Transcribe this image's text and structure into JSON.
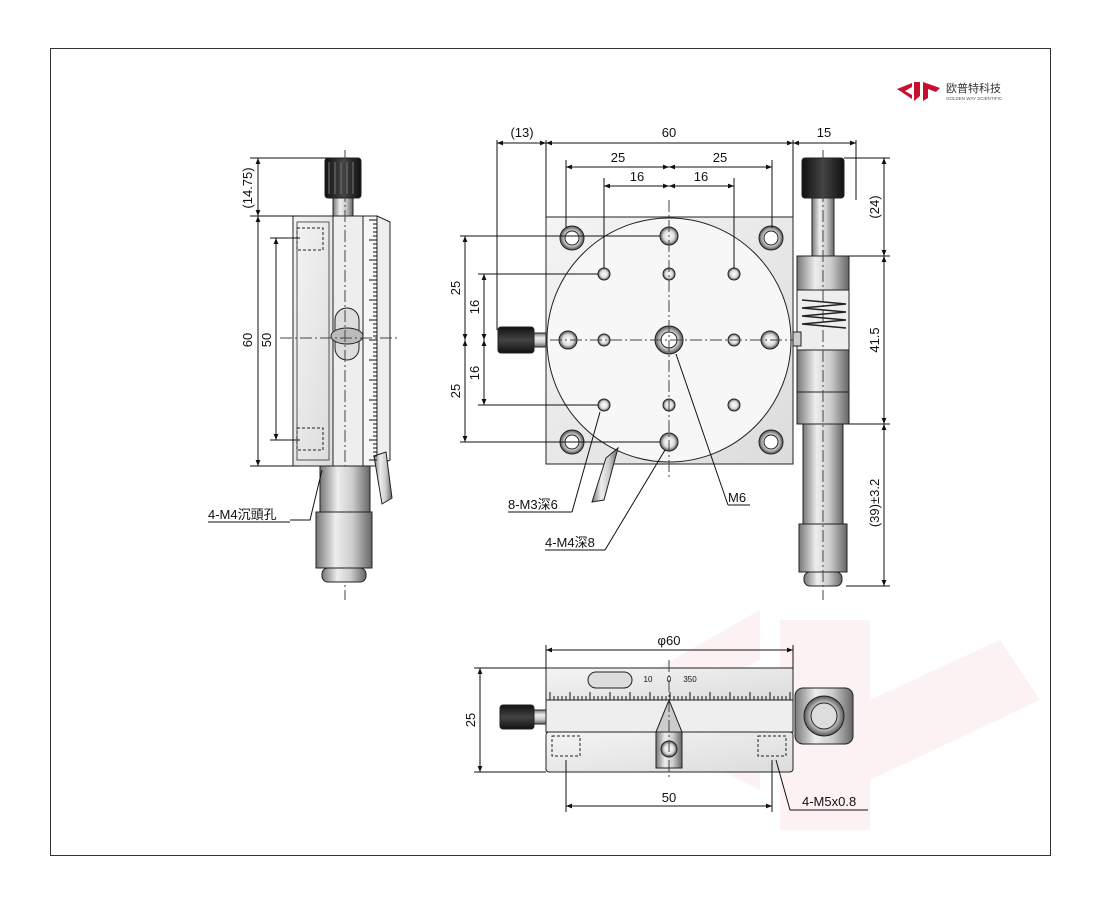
{
  "brand": {
    "name_cn": "欧普特科技",
    "name_en": "GOLDEN WAY SCIENTIFIC",
    "accent": "#c8102e"
  },
  "side_view": {
    "dim_top": "(14.75)",
    "dim_height": "60",
    "dim_inner": "50",
    "callout": "4-M4沉頭孔"
  },
  "top_view": {
    "dim_left_offset": "(13)",
    "dim_width": "60",
    "dim_right_offset": "15",
    "dim_half_left": "25",
    "dim_half_right": "25",
    "dim_quarter_left": "16",
    "dim_quarter_right": "16",
    "dim_v_25_top": "25",
    "dim_v_16_top": "16",
    "dim_v_16_bottom": "16",
    "dim_v_25_bottom": "25",
    "dim_right_top": "(24)",
    "dim_right_mid": "41.5",
    "dim_right_bottom": "(39)±3.2",
    "callout_m3": "8-M3深6",
    "callout_m4": "4-M4深8",
    "callout_m6": "M6"
  },
  "front_view": {
    "dim_diameter": "φ60",
    "dim_height": "25",
    "dim_base": "50",
    "callout_m5": "4-M5x0.8",
    "scale_10": "10",
    "scale_0": "0",
    "scale_350": "350"
  }
}
